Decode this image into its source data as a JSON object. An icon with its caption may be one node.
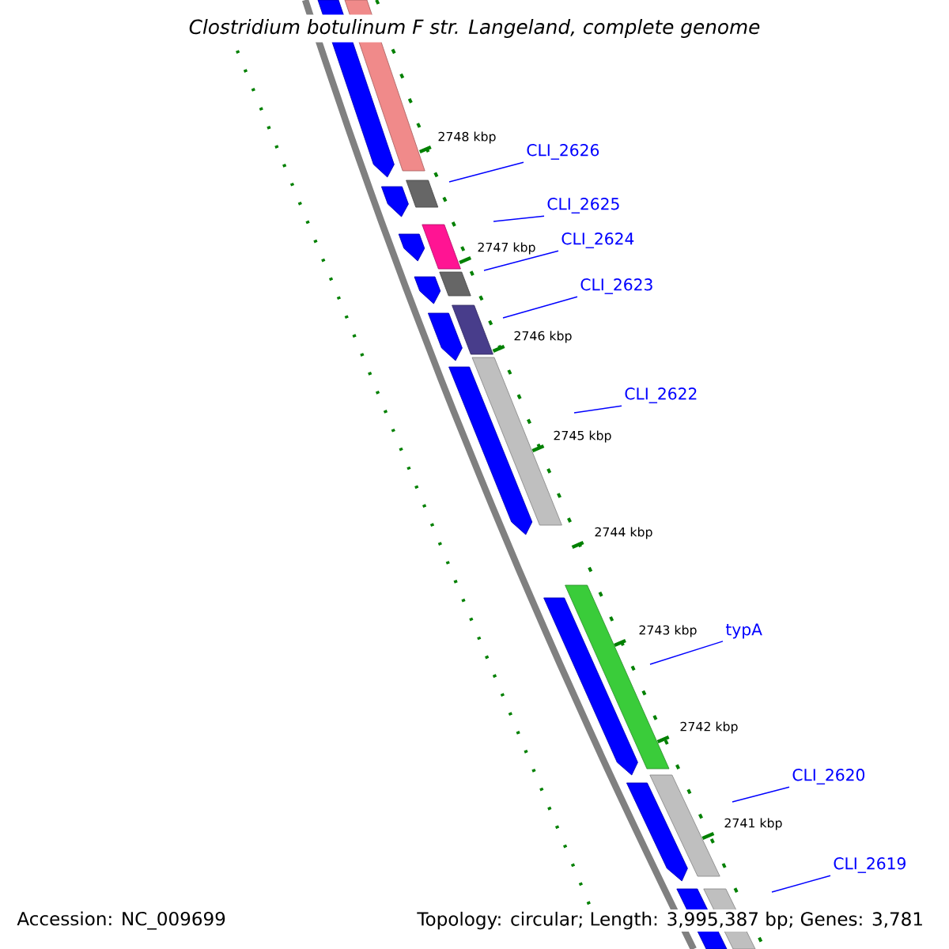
{
  "diagram": {
    "title": "*Clostridium botulinum* F str. Langeland, complete genome",
    "nodes": [
      {
        "text": [
          "CLI_2626"
        ]
      },
      {
        "text": [
          "CLI_2625"
        ]
      },
      {
        "text": [
          "CLI_2624"
        ]
      },
      {
        "text": [
          "CLI_2623"
        ]
      },
      {
        "text": [
          "CLI_2622"
        ]
      },
      {
        "text": [
          "typA"
        ]
      },
      {
        "text": [
          "CLI_2620"
        ]
      },
      {
        "text": [
          "CLI_2619"
        ]
      }
    ],
    "edges": [
      {
        "from": 0,
        "to": null,
        "arrow": "none"
      },
      {
        "from": 1,
        "to": null,
        "arrow": "none"
      },
      {
        "from": 2,
        "to": null,
        "arrow": "none"
      },
      {
        "from": 3,
        "to": null,
        "arrow": "none"
      },
      {
        "from": 4,
        "to": null,
        "arrow": "none"
      },
      {
        "from": 5,
        "to": null,
        "arrow": "none"
      },
      {
        "from": 6,
        "to": null,
        "arrow": "none"
      },
      {
        "from": 7,
        "to": null,
        "arrow": "none"
      }
    ],
    "labels": [
      "2748 kbp",
      "2747 kbp",
      "2746 kbp",
      "2745 kbp",
      "2744 kbp",
      "2743 kbp",
      "2742 kbp",
      "2741 kbp",
      "Accession: NC_009699",
      "Topology: circular; Length: 3,995,387 bp; Genes: 3,781"
    ]
  }
}
